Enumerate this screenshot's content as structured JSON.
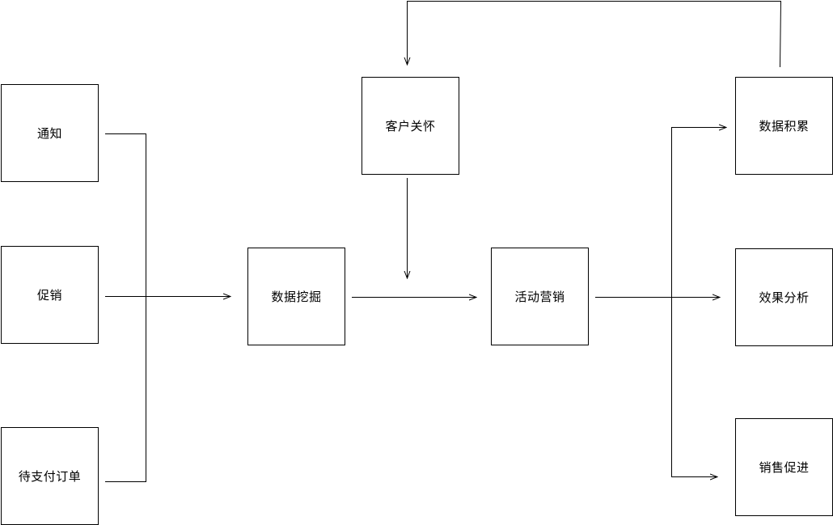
{
  "nodes": {
    "notify": "通知",
    "promo": "促销",
    "pending_order": "待支付订单",
    "data_mining": "数据挖掘",
    "customer_care": "客户关怀",
    "campaign_marketing": "活动营销",
    "data_accumulation": "数据积累",
    "effect_analysis": "效果分析",
    "sales_promotion": "销售促进"
  },
  "colors": {
    "stroke": "#000000",
    "background": "#ffffff"
  }
}
